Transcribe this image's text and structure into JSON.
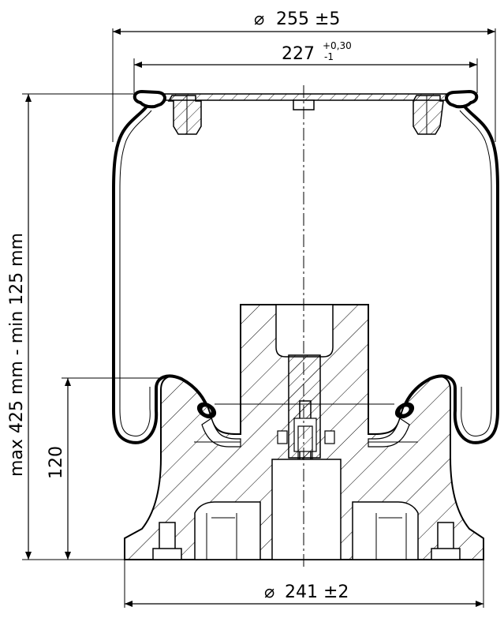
{
  "dimensions": {
    "top_outer_symbol": "⌀",
    "top_outer_value": "255 ±5",
    "top_inner_value": "227",
    "top_inner_tol_upper": "+0,30",
    "top_inner_tol_lower": "-1",
    "height_range": "max 425 mm - min 125 mm",
    "piston_height": "120",
    "bottom_symbol": "⌀",
    "bottom_value": "241 ±2"
  },
  "colors": {
    "line": "#000000",
    "background": "#ffffff"
  }
}
